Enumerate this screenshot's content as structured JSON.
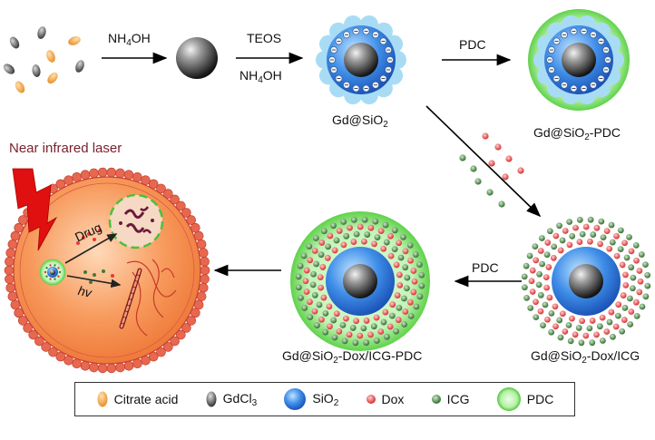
{
  "steps": {
    "nh4oh_1": {
      "main": "NH",
      "sub": "4",
      "tail": "OH"
    },
    "teos": "TEOS",
    "nh4oh_2": {
      "main": "NH",
      "sub": "4",
      "tail": "OH"
    },
    "pdc_top": "PDC",
    "pdc_mid": "PDC"
  },
  "particles": {
    "gd_sio2": {
      "main": "Gd@SiO",
      "sub": "2",
      "tail": ""
    },
    "gd_sio2_pdc": {
      "main": "Gd@SiO",
      "sub": "2",
      "tail": "-PDC"
    },
    "gd_sio2_dox_icg": {
      "main": "Gd@SiO",
      "sub": "2",
      "tail": "-Dox/ICG"
    },
    "gd_sio2_dox_icg_pdc": {
      "main": "Gd@SiO",
      "sub": "2",
      "tail": "-Dox/ICG-PDC"
    }
  },
  "cell": {
    "laser_label": "Near infrared laser",
    "drug_label": "Drug",
    "hv_label": "hv"
  },
  "legend": [
    {
      "icon": "citrate-acid-icon",
      "main": "Citrate acid",
      "sub": "",
      "tail": ""
    },
    {
      "icon": "gdcl3-icon",
      "main": "GdCl",
      "sub": "3",
      "tail": ""
    },
    {
      "icon": "sio2-icon",
      "main": "SiO",
      "sub": "2",
      "tail": ""
    },
    {
      "icon": "dox-icon",
      "main": "Dox",
      "sub": "",
      "tail": ""
    },
    {
      "icon": "icg-icon",
      "main": "ICG",
      "sub": "",
      "tail": ""
    },
    {
      "icon": "pdc-icon",
      "main": "PDC",
      "sub": "",
      "tail": ""
    }
  ],
  "colors": {
    "citrate": "#f0a23a",
    "gdcl3": "#555555",
    "sio2": "#2f7de0",
    "dox": "#e23b3b",
    "icg": "#3f7a3a",
    "pdc": "#6fdc5a",
    "cell": "#f58a4a",
    "membrane": "#d94a3a",
    "laser": "#e01010"
  }
}
